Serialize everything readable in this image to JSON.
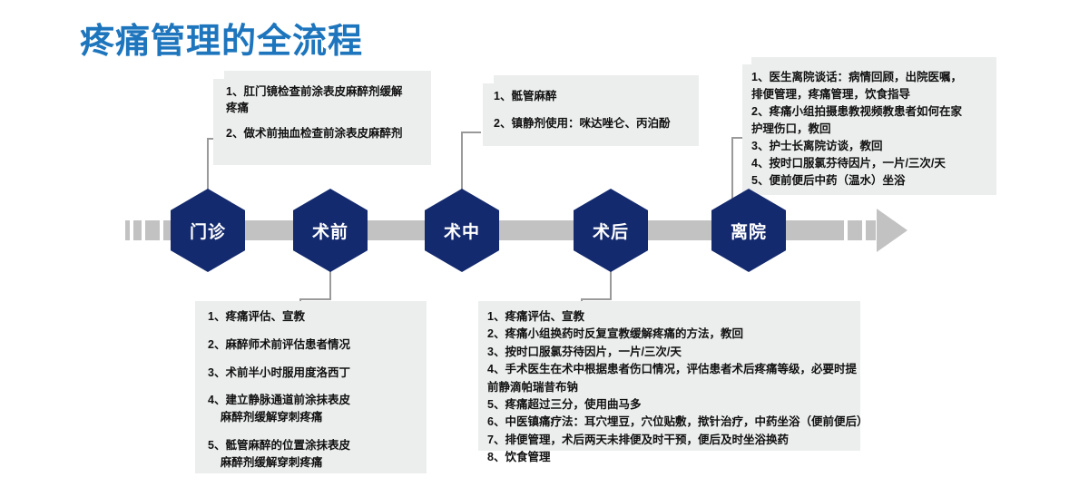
{
  "slide": {
    "title": "疼痛管理的全流程",
    "title_color": "#1d75bd",
    "node_color": "#142a6e",
    "bar_color": "#c2c2c2",
    "box_color": "#eceded"
  },
  "timeline": {
    "nodes": [
      {
        "label": "门诊"
      },
      {
        "label": "术前"
      },
      {
        "label": "术中"
      },
      {
        "label": "术后"
      },
      {
        "label": "离院"
      }
    ]
  },
  "callouts": {
    "outpatient_top": {
      "owner": "门诊",
      "lines": [
        "1、肛门镜检查前涂表皮麻醉剂缓解",
        "疼痛",
        "",
        "2、做术前抽血检查前涂表皮麻醉剂"
      ]
    },
    "intraop_top": {
      "owner": "术中",
      "lines": [
        "1、骶管麻醉",
        "",
        "2、镇静剂使用：咪达唑仑、丙泊酚"
      ]
    },
    "discharge_top": {
      "owner": "离院",
      "lines": [
        "1、医生离院谈话：病情回顾，出院医嘱，",
        "排便管理，疼痛管理，饮食指导",
        "2、疼痛小组拍摄患教视频教患者如何在家",
        "护理伤口，教回",
        "3、护士长离院访谈，教回",
        "4、按时口服氯芬待因片，一片/三次/天",
        "5、便前便后中药（温水）坐浴"
      ]
    },
    "preop_bottom": {
      "owner": "术前",
      "lines": [
        "1、疼痛评估、宣教",
        "",
        "2、麻醉师术前评估患者情况",
        "",
        "3、术前半小时服用度洛西丁",
        "",
        "4、建立静脉通道前涂抹表皮",
        "    麻醉剂缓解穿刺疼痛",
        "",
        "5、骶管麻醉的位置涂抹表皮",
        "    麻醉剂缓解穿刺疼痛"
      ]
    },
    "postop_bottom": {
      "owner": "术后",
      "lines": [
        "1、疼痛评估、宣教",
        "2、疼痛小组换药时反复宣教缓解疼痛的方法，教回",
        "3、按时口服氯芬待因片，一片/三次/天",
        "4、手术医生在术中根据患者伤口情况，评估患者术后疼痛等级，必要时提",
        "前静滴帕瑞昔布钠",
        "5、疼痛超过三分，使用曲马多",
        "6、中医镇痛疗法：耳穴埋豆，穴位贴敷，揿针治疗，中药坐浴（便前便后）",
        "7、排便管理，术后两天未排便及时干预，便后及时坐浴换药",
        "8、饮食管理"
      ]
    }
  }
}
